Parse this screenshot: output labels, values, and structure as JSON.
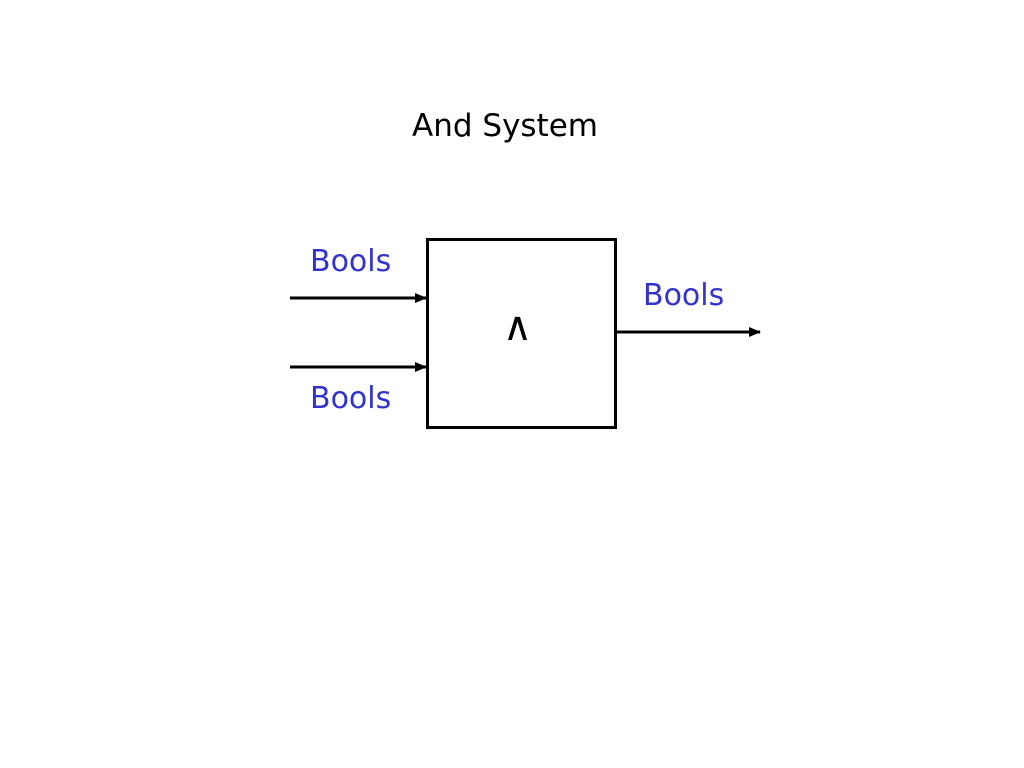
{
  "title": "And System",
  "block": {
    "operator_symbol": "∧"
  },
  "inputs": [
    {
      "label": "Bools"
    },
    {
      "label": "Bools"
    }
  ],
  "output": {
    "label": "Bools"
  },
  "colors": {
    "label": "#3333cc",
    "line": "#000000",
    "background": "#ffffff"
  }
}
